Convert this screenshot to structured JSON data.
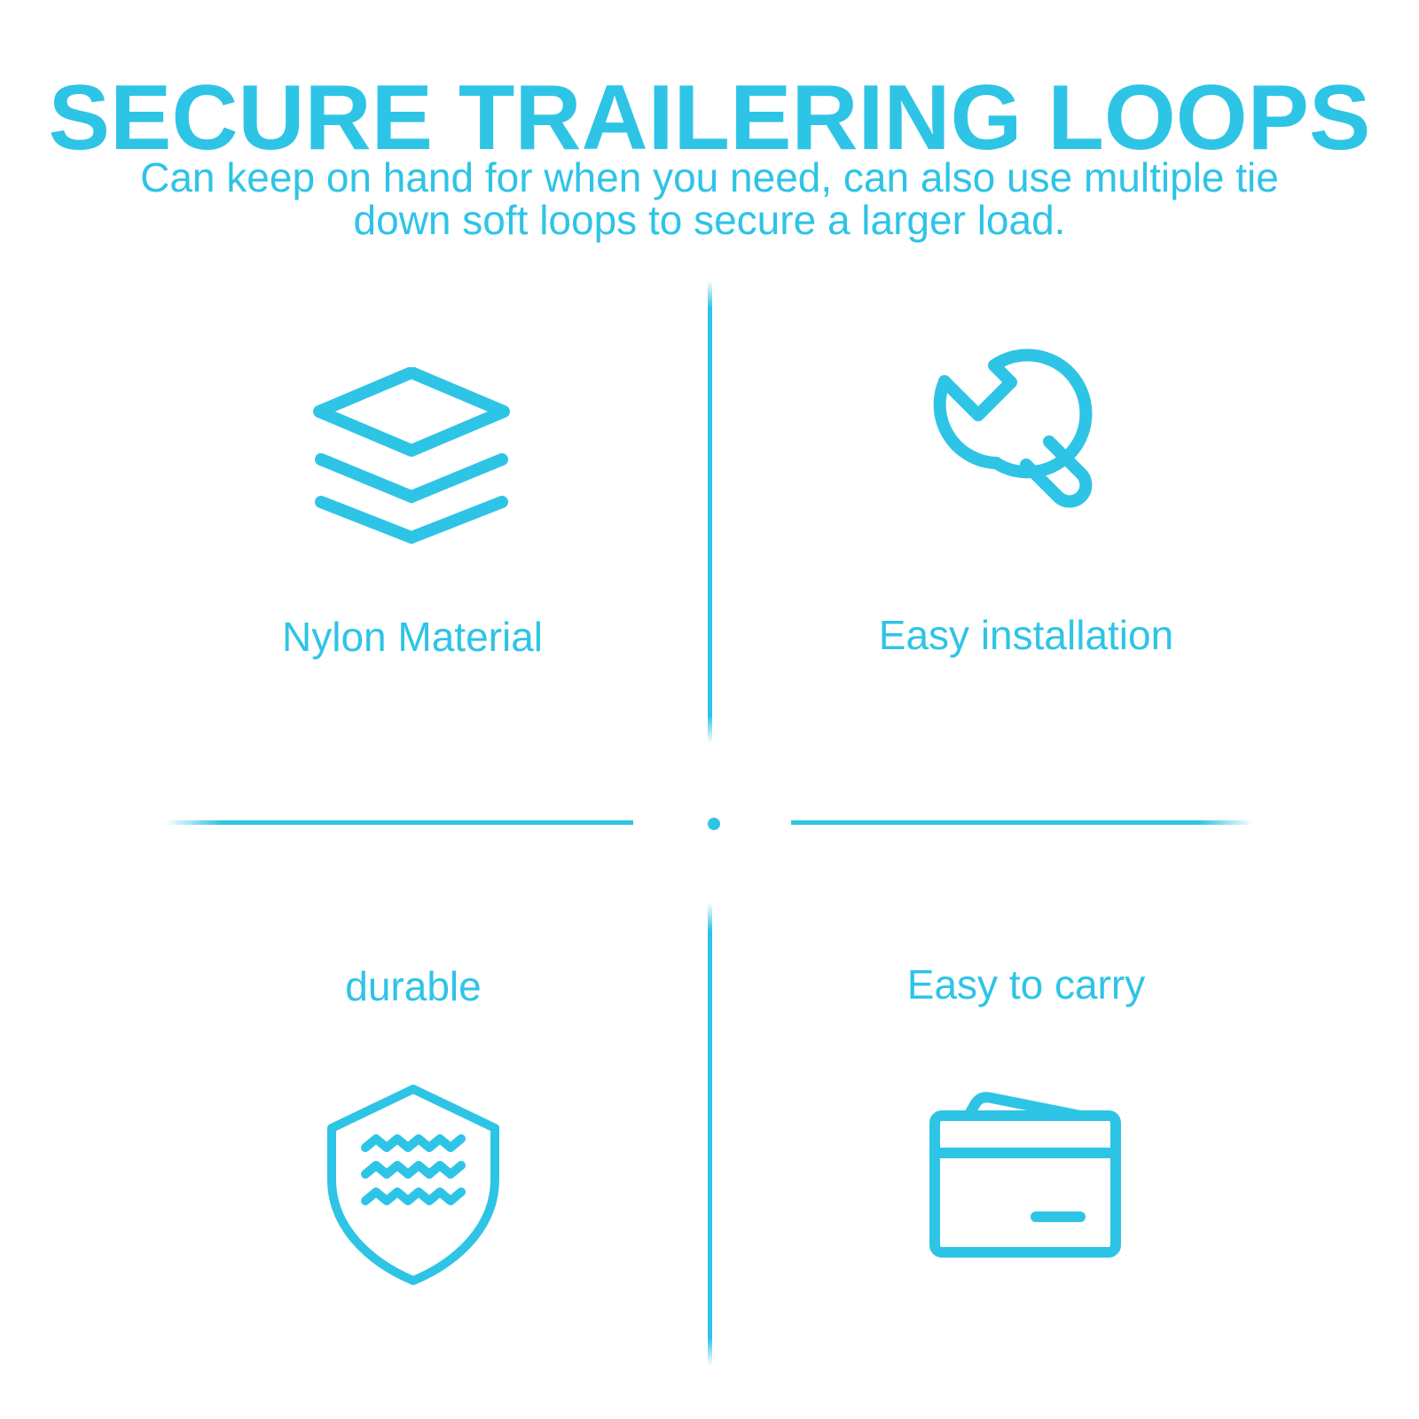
{
  "header": {
    "title": "SECURE TRAILERING LOOPS",
    "subtitle": "Can keep on hand for when you need, can also use multiple tie down soft loops to secure a larger load."
  },
  "features": [
    {
      "label": "Nylon Material",
      "icon": "layers-icon"
    },
    {
      "label": "Easy installation",
      "icon": "wrench-icon"
    },
    {
      "label": "durable",
      "icon": "waterproof-shield-icon"
    },
    {
      "label": "Easy to carry",
      "icon": "wallet-icon"
    }
  ],
  "colors": {
    "accent": "#2ec4e6",
    "background": "#ffffff"
  }
}
